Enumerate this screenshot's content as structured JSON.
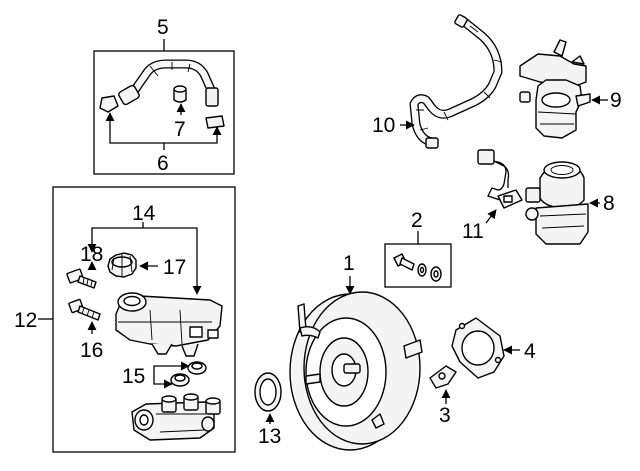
{
  "diagram": {
    "callouts": [
      {
        "id": "c1",
        "text": "1"
      },
      {
        "id": "c2",
        "text": "2"
      },
      {
        "id": "c3",
        "text": "3"
      },
      {
        "id": "c4",
        "text": "4"
      },
      {
        "id": "c5",
        "text": "5"
      },
      {
        "id": "c6",
        "text": "6"
      },
      {
        "id": "c7",
        "text": "7"
      },
      {
        "id": "c8",
        "text": "8"
      },
      {
        "id": "c9",
        "text": "9"
      },
      {
        "id": "c10",
        "text": "10"
      },
      {
        "id": "c11",
        "text": "11"
      },
      {
        "id": "c12",
        "text": "12"
      },
      {
        "id": "c13",
        "text": "13"
      },
      {
        "id": "c14",
        "text": "14"
      },
      {
        "id": "c15",
        "text": "15"
      },
      {
        "id": "c16",
        "text": "16"
      },
      {
        "id": "c17",
        "text": "17"
      },
      {
        "id": "c18",
        "text": "18"
      }
    ]
  }
}
